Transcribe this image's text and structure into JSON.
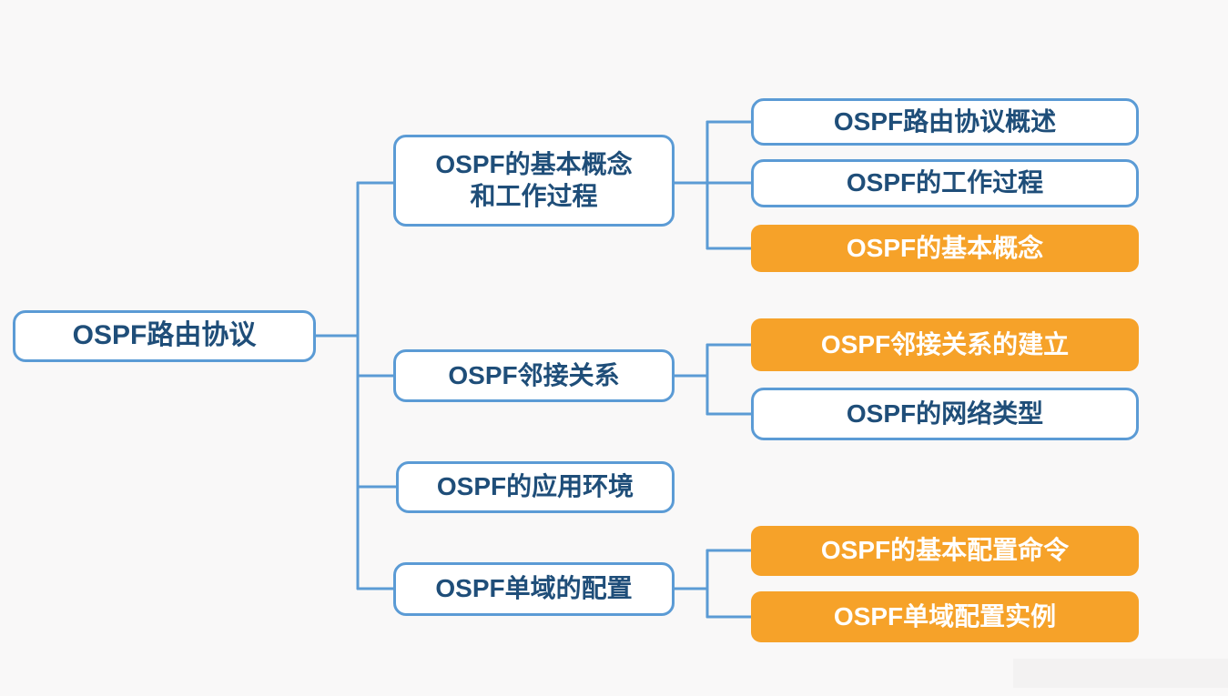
{
  "diagram": {
    "title": "OSPF routing protocol mind map",
    "colors": {
      "background": "#f9f8f8",
      "outline_border_blue": "#5b9bd5",
      "outline_text_navy": "#1f4e79",
      "filled_orange": "#f6a229",
      "filled_text_white": "#ffffff",
      "connector_blue": "#5b9bd5"
    },
    "root": {
      "label": "OSPF路由协议",
      "style": "outline"
    },
    "branches": [
      {
        "label": "OSPF的基本概念\n和工作过程",
        "style": "outline",
        "children": [
          {
            "label": "OSPF路由协议概述",
            "style": "outline"
          },
          {
            "label": "OSPF的工作过程",
            "style": "outline"
          },
          {
            "label": "OSPF的基本概念",
            "style": "filled"
          }
        ]
      },
      {
        "label": "OSPF邻接关系",
        "style": "outline",
        "children": [
          {
            "label": "OSPF邻接关系的建立",
            "style": "filled"
          },
          {
            "label": "OSPF的网络类型",
            "style": "outline"
          }
        ]
      },
      {
        "label": "OSPF的应用环境",
        "style": "outline",
        "children": []
      },
      {
        "label": "OSPF单域的配置",
        "style": "outline",
        "children": [
          {
            "label": "OSPF的基本配置命令",
            "style": "filled"
          },
          {
            "label": "OSPF单域配置实例",
            "style": "filled"
          }
        ]
      }
    ]
  }
}
